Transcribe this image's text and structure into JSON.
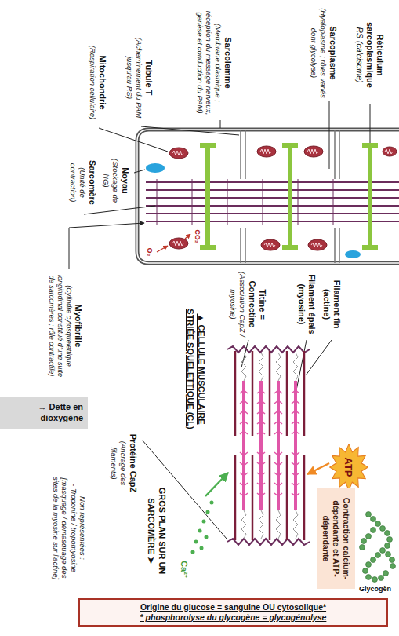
{
  "diagram": {
    "nodes": [
      {
        "text": [
          "→ Dette en dioxygène"
        ]
      },
      {
        "text": [
          "ATP"
        ]
      },
      {
        "text": [
          "Contraction calcium-dépendante et ATP-dépendante"
        ]
      },
      {
        "text": [
          "Origine du glucose = sanguine OU cytosolique*",
          "* phosphorolyse du glycogène = glycogénolyse"
        ]
      }
    ],
    "labels": [
      "Mitochondrie",
      "(Respiration cellulaire)",
      "Tubule T",
      "(Acheminement du PAM jusqu'au RS)",
      "Sarcolemme",
      "(Membrane plasmique ; réception du message nerveux, genèse et conduction du PAM)",
      "Sarcoplasme",
      "(Hyaloplasme ; rôles variés dont glycolyse)",
      "Réticulum sarcoplasmique",
      "RS (calcisome)",
      "Sarcomère",
      "(Unité de contraction)",
      "Noyau",
      "(Stockage de l'IG)",
      "CO₂",
      "O₂",
      "Myofibrille",
      "(Cylindre cytosquelettique longitudinal constitué d'une suite de sarcomères ; rôle contractile)",
      "Titine = Connectine",
      "(Association CapZ / myosine)",
      "Filament épais (myosine)",
      "Filament fin (actine)",
      "▲ CELLULE MUSCULAIRE STRIÉE SQUELETTIQUE (CL)",
      "Protéine CapZ",
      "(Ancrage des filaments)",
      "GROS PLAN SUR UN SARCOMÈRE ➤",
      "Ca²⁺",
      "Non représentées :",
      "- Troponine / tropomyosine",
      "[masquage / démasquage des sites de la myosine sur l'actine]",
      "Glycogèn"
    ]
  }
}
